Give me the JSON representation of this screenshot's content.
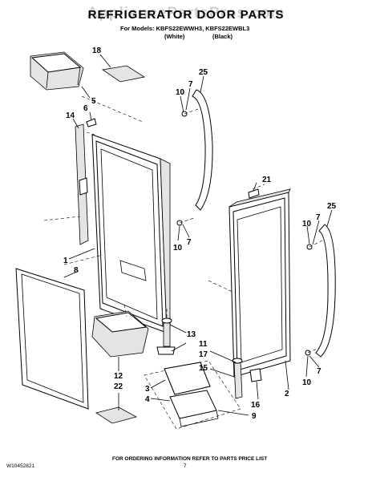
{
  "header": {
    "title": "REFRIGERATOR DOOR PARTS",
    "watermark": "AppliancePartsPros.com",
    "models_line": "For Models: KBFS22EWWH3, KBFS22EWBL3",
    "variant_white": "(White)",
    "variant_black": "(Black)"
  },
  "callouts": [
    {
      "id": "c1",
      "text": "1"
    },
    {
      "id": "c2",
      "text": "2"
    },
    {
      "id": "c3",
      "text": "3"
    },
    {
      "id": "c4",
      "text": "4"
    },
    {
      "id": "c5",
      "text": "5"
    },
    {
      "id": "c6",
      "text": "6"
    },
    {
      "id": "c7a",
      "text": "7"
    },
    {
      "id": "c7b",
      "text": "7"
    },
    {
      "id": "c7c",
      "text": "7"
    },
    {
      "id": "c7d",
      "text": "7"
    },
    {
      "id": "c8",
      "text": "8"
    },
    {
      "id": "c9",
      "text": "9"
    },
    {
      "id": "c10a",
      "text": "10"
    },
    {
      "id": "c10b",
      "text": "10"
    },
    {
      "id": "c10c",
      "text": "10"
    },
    {
      "id": "c10d",
      "text": "10"
    },
    {
      "id": "c11",
      "text": "11"
    },
    {
      "id": "c12",
      "text": "12"
    },
    {
      "id": "c13",
      "text": "13"
    },
    {
      "id": "c14",
      "text": "14"
    },
    {
      "id": "c15",
      "text": "15"
    },
    {
      "id": "c16",
      "text": "16"
    },
    {
      "id": "c17",
      "text": "17"
    },
    {
      "id": "c18",
      "text": "18"
    },
    {
      "id": "c21",
      "text": "21"
    },
    {
      "id": "c22",
      "text": "22"
    },
    {
      "id": "c25a",
      "text": "25"
    },
    {
      "id": "c25b",
      "text": "25"
    }
  ],
  "footer": {
    "doc_number": "W10452821",
    "page_number": "7",
    "ordering_info": "FOR ORDERING INFORMATION REFER TO PARTS PRICE LIST"
  }
}
